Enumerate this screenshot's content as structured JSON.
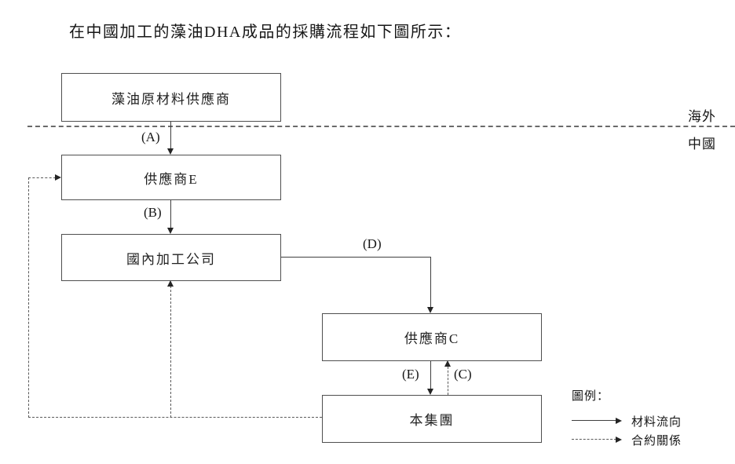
{
  "title": "在中國加工的藻油DHA成品的採購流程如下圖所示：",
  "regions": {
    "overseas_label": "海外",
    "china_label": "中國"
  },
  "nodes": {
    "raw_material_supplier": {
      "label": "藻油原材料供應商",
      "region": "海外"
    },
    "supplier_e": {
      "label": "供應商E",
      "region": "中國"
    },
    "domestic_processing_company": {
      "label": "國內加工公司",
      "region": "中國"
    },
    "supplier_c": {
      "label": "供應商C",
      "region": "中國"
    },
    "the_group": {
      "label": "本集團",
      "region": "中國"
    }
  },
  "flows": {
    "a": {
      "label": "(A)",
      "style": "solid",
      "from": "raw_material_supplier",
      "to": "supplier_e"
    },
    "b": {
      "label": "(B)",
      "style": "solid",
      "from": "supplier_e",
      "to": "domestic_processing_company"
    },
    "c": {
      "label": "(C)",
      "style": "dashed",
      "from": "the_group",
      "to": "supplier_c"
    },
    "d": {
      "label": "(D)",
      "style": "solid",
      "from": "domestic_processing_company",
      "to": "supplier_c"
    },
    "e": {
      "label": "(E)",
      "style": "solid",
      "from": "supplier_c",
      "to": "the_group"
    }
  },
  "contract_links": [
    {
      "style": "dashed",
      "from": "the_group",
      "to": "supplier_e"
    },
    {
      "style": "dashed",
      "from": "the_group",
      "to": "domestic_processing_company"
    }
  ],
  "legend": {
    "title": "圖例：",
    "items": [
      {
        "style": "solid",
        "label": "材料流向"
      },
      {
        "style": "dashed",
        "label": "合約關係"
      }
    ]
  },
  "colors": {
    "background": "#ffffff",
    "box_border": "#4f4f4f",
    "line": "#3f3f3f",
    "text": "#1c1c1c"
  }
}
